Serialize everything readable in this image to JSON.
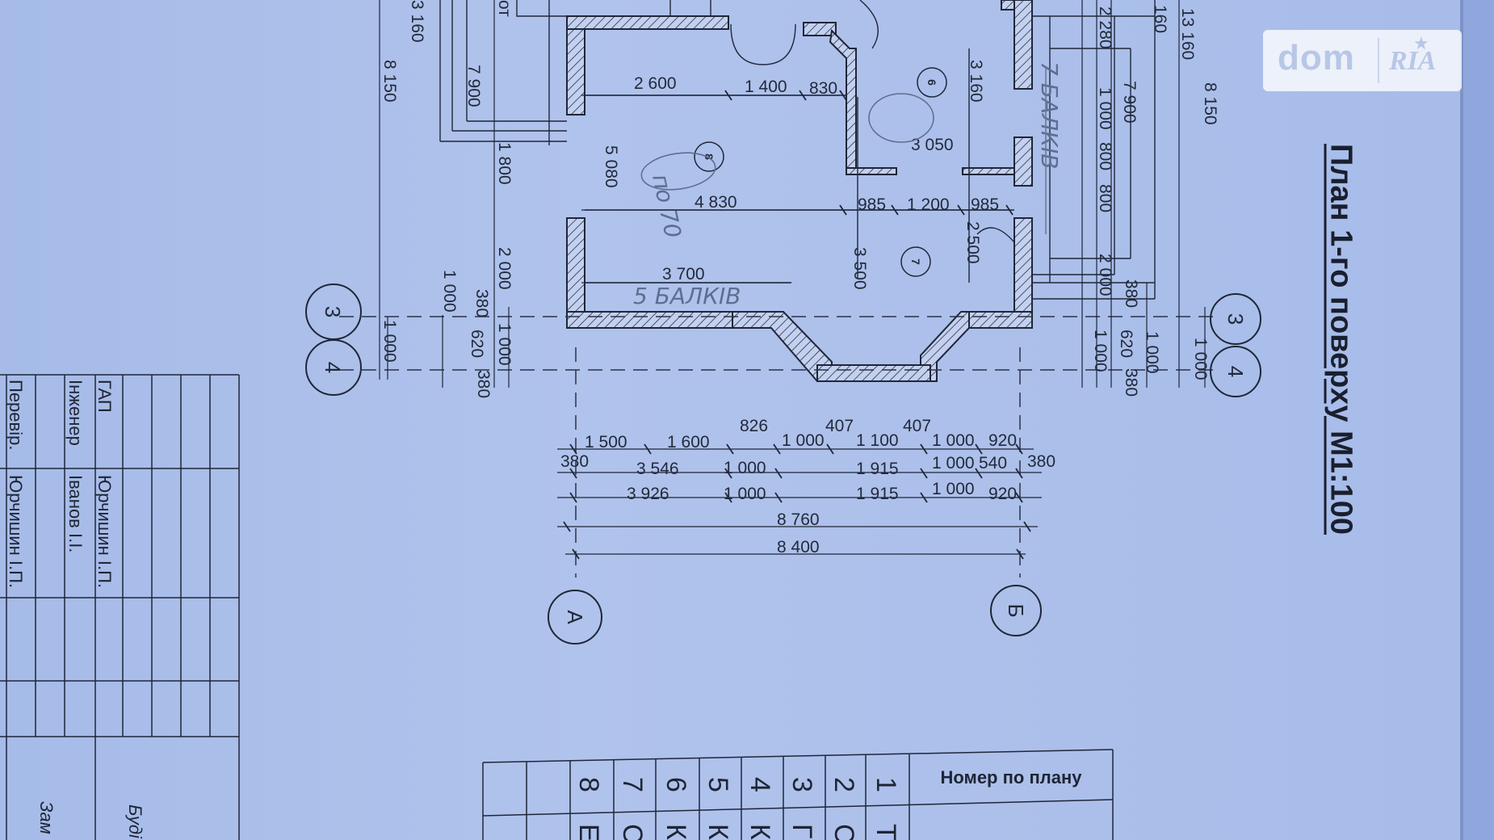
{
  "title": "План  1-го поверху  М1:100",
  "watermark": {
    "brand": "dom",
    "sub": "RIA"
  },
  "axes": {
    "a": "А",
    "b": "Б",
    "three": "3",
    "four": "4"
  },
  "rooms": [
    "8",
    "6",
    "7"
  ],
  "dims": {
    "top_2600": "2 600",
    "top_1400": "1 400",
    "top_830": "830",
    "r_3050": "3 050",
    "r_5080": "5 080",
    "r_4830": "4 830",
    "r_985a": "985",
    "r_1200": "1 200",
    "r_985b": "985",
    "r_3700": "3 700",
    "r_3500": "3 500",
    "r_2500": "2 500",
    "r_3160": "3 160",
    "l_3160": "3 160",
    "l_8150": "8 150",
    "l_7900": "7 900",
    "l_1800": "1 800",
    "l_2000": "2 000",
    "l_1000a": "1 000",
    "l_380a": "380",
    "l_620": "620",
    "l_1000b": "1 000",
    "l_1000c": "1 000",
    "l_380b": "380",
    "l_ot": "от",
    "rr_160": "160",
    "rr_13160": "13 160",
    "rr_2280": "2 280",
    "rr_7900": "7 900",
    "rr_8150": "8 150",
    "rr_1000": "1 000",
    "rr_800a": "800",
    "rr_800b": "800",
    "rr_2000": "2 000",
    "rr_380a": "380",
    "rr_1000b": "1 000",
    "rr_620": "620",
    "rr_1000c": "1 000",
    "rr_380b": "380",
    "rr_1000d": "1 000",
    "b1_1500": "1 500",
    "b1_1600": "1 600",
    "b1_826": "826",
    "b1_1000": "1 000",
    "b1_407a": "407",
    "b1_1100": "1 100",
    "b1_407b": "407",
    "b1_1000b": "1 000",
    "b1_920": "920",
    "b2_380": "380",
    "b2_3546": "3 546",
    "b2_1000": "1 000",
    "b2_1915": "1 915",
    "b2_1000b": "1 000",
    "b2_540": "540",
    "b2_380b": "380",
    "b3_3926": "3 926",
    "b3_1000": "1 000",
    "b3_1915": "1 915",
    "b3_1000b": "1 000",
    "b3_920": "920",
    "b4_8760": "8 760",
    "b5_8400": "8 400"
  },
  "handwriting": {
    "left_beams": "5 БАЛКІВ",
    "right_beams": "7 БАЛКІВ",
    "note": "по 70"
  },
  "title_block": {
    "role1": "ГАП",
    "name1": "Юрчишин І.П.",
    "role2": "Інженер",
    "name2": "Іванов І.І.",
    "role3": "Перевір.",
    "name3": "Юрчишин І.П.",
    "frag1": "Буді",
    "frag2": "Зам"
  },
  "room_table": {
    "header": "Номер по плану",
    "numbers": [
      "1",
      "2",
      "3",
      "4",
      "5",
      "6",
      "7",
      "8"
    ],
    "names": [
      "Т",
      "С",
      "Г",
      "К",
      "К",
      "К",
      "С",
      "Е"
    ]
  },
  "colors": {
    "paper": "#a9bde8",
    "ink": "#222a3a"
  }
}
